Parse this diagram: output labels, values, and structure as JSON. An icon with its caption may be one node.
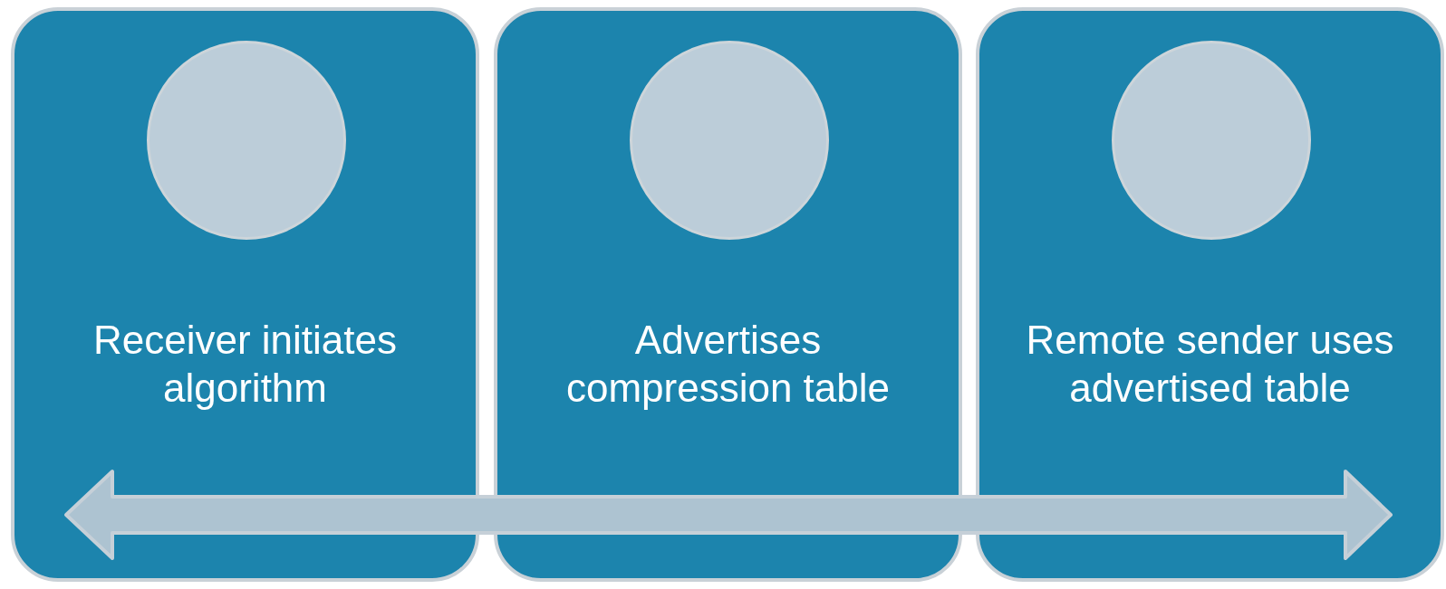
{
  "diagram": {
    "nodes": [
      {
        "text": [
          "Receiver initiates algorithm"
        ]
      },
      {
        "text": [],
        "shape": "circle",
        "in": 0
      },
      {
        "text": [
          "Advertises compression table"
        ]
      },
      {
        "text": [],
        "shape": "circle",
        "in": 2
      },
      {
        "text": [
          "Remote sender uses advertised table"
        ]
      },
      {
        "text": [],
        "shape": "circle",
        "in": 4
      }
    ]
  }
}
